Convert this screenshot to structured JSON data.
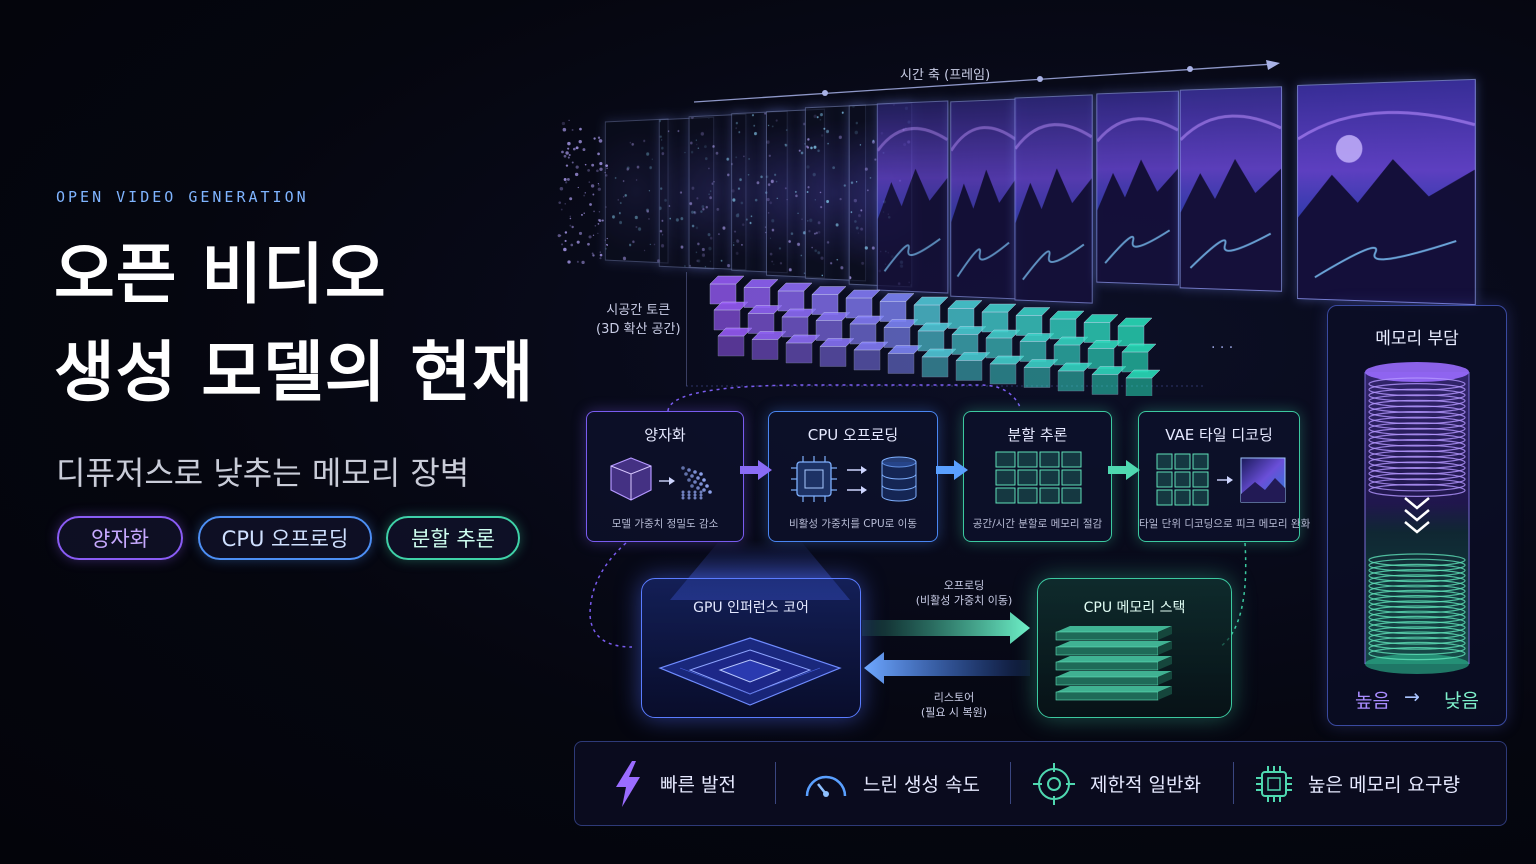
{
  "hero": {
    "eyebrow": "OPEN VIDEO GENERATION",
    "title_line1": "오픈 비디오",
    "title_line2": "생성 모델의 현재",
    "subtitle": "디퓨저스로 낮추는 메모리 장벽",
    "pills": [
      "양자화",
      "CPU 오프로딩",
      "분할 추론"
    ]
  },
  "diagram": {
    "time_axis_label": "시간 축 (프레임)",
    "token_label_line1": "시공간 토큰",
    "token_label_line2": "(3D 확산 공간)",
    "stages": [
      {
        "title": "양자화",
        "desc": "모델 가중치 정밀도 감소"
      },
      {
        "title": "CPU 오프로딩",
        "desc": "비활성 가중치를 CPU로 이동"
      },
      {
        "title": "분할 추론",
        "desc": "공간/시간 분할로 메모리 절감"
      },
      {
        "title": "VAE 타일 디코딩",
        "desc": "타일 단위 디코딩으로 피크 메모리 완화"
      }
    ],
    "gpu_label": "GPU 인퍼런스 코어",
    "cpu_label": "CPU 메모리 스택",
    "offload_line1": "오프로딩",
    "offload_line2": "(비활성 가중치 이동)",
    "restore_line1": "리스토어",
    "restore_line2": "(필요 시 복원)",
    "memory_title": "메모리 부담",
    "memory_high": "높음",
    "memory_arrow": "→",
    "memory_low": "낮음"
  },
  "bottom_bar": [
    {
      "label": "빠른 발전",
      "icon": "lightning-icon"
    },
    {
      "label": "느린 생성 속도",
      "icon": "speedometer-icon"
    },
    {
      "label": "제한적 일반화",
      "icon": "target-icon"
    },
    {
      "label": "높은 메모리 요구량",
      "icon": "chip-icon"
    }
  ],
  "colors": {
    "purple": "#8a5cf5",
    "blue": "#4d8ff5",
    "teal": "#3fd2a8",
    "background": "#05060f"
  }
}
